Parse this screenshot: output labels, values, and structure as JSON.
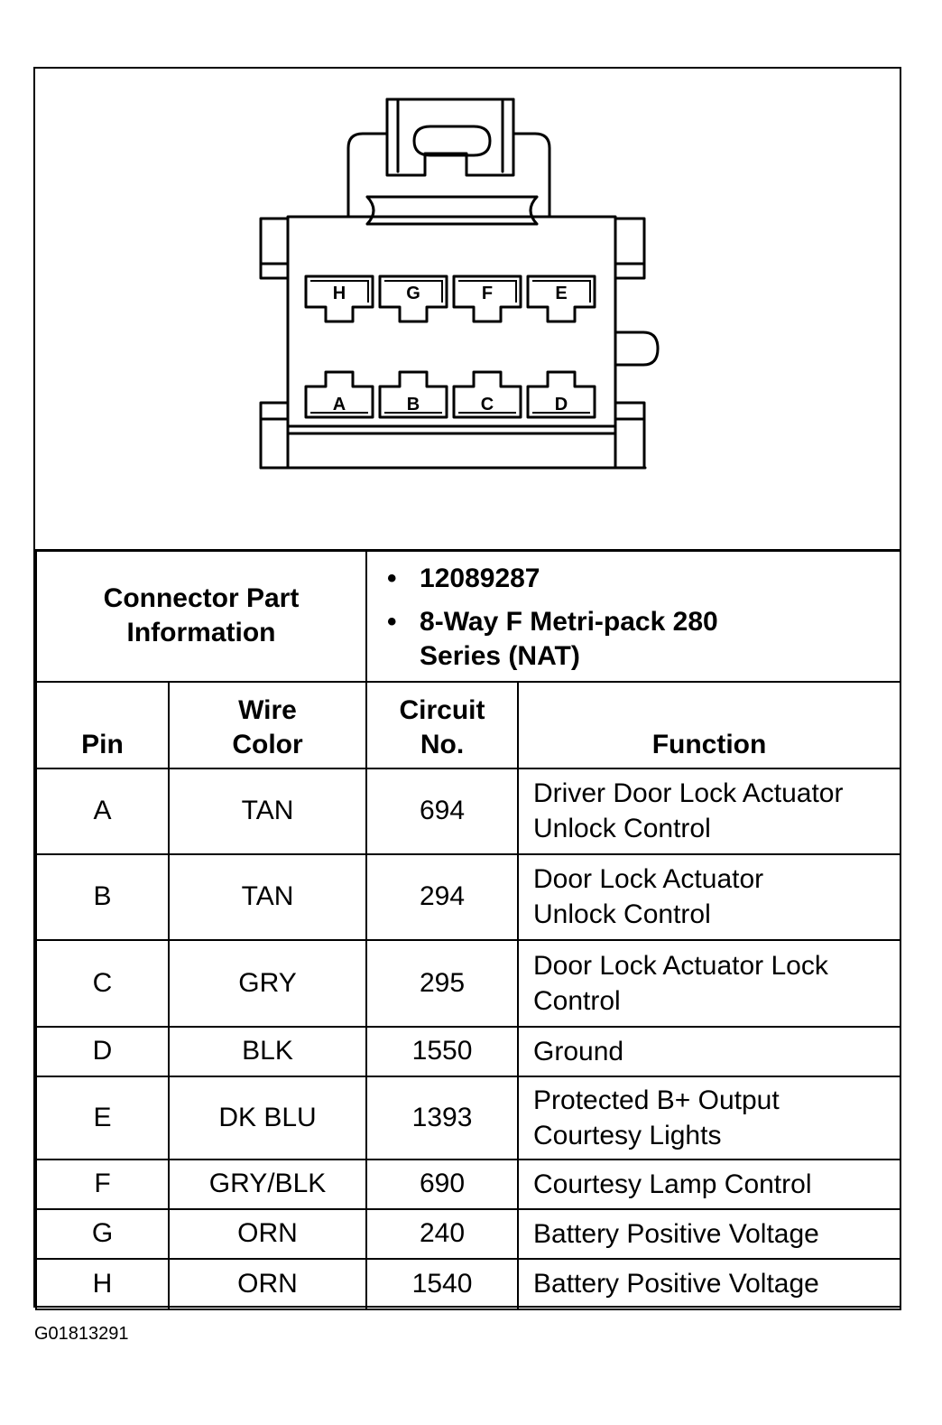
{
  "connector_pins": {
    "top_row": [
      "H",
      "G",
      "F",
      "E"
    ],
    "bottom_row": [
      "A",
      "B",
      "C",
      "D"
    ]
  },
  "part_info": {
    "label": "Connector Part Information",
    "items": [
      "12089287",
      "8-Way F Metri-pack 280 Series (NAT)"
    ]
  },
  "columns": {
    "pin": "Pin",
    "wire_color": "Wire Color",
    "circuit_no": "Circuit No.",
    "function": "Function"
  },
  "rows": [
    {
      "pin": "A",
      "wire_color": "TAN",
      "circuit_no": "694",
      "function": "Driver Door Lock Actuator Unlock Control"
    },
    {
      "pin": "B",
      "wire_color": "TAN",
      "circuit_no": "294",
      "function": "Door Lock Actuator Unlock Control"
    },
    {
      "pin": "C",
      "wire_color": "GRY",
      "circuit_no": "295",
      "function": "Door Lock Actuator Lock Control"
    },
    {
      "pin": "D",
      "wire_color": "BLK",
      "circuit_no": "1550",
      "function": "Ground"
    },
    {
      "pin": "E",
      "wire_color": "DK BLU",
      "circuit_no": "1393",
      "function": "Protected B+ Output Courtesy Lights"
    },
    {
      "pin": "F",
      "wire_color": "GRY/BLK",
      "circuit_no": "690",
      "function": "Courtesy Lamp Control"
    },
    {
      "pin": "G",
      "wire_color": "ORN",
      "circuit_no": "240",
      "function": "Battery Positive Voltage"
    },
    {
      "pin": "H",
      "wire_color": "ORN",
      "circuit_no": "1540",
      "function": "Battery Positive Voltage"
    }
  ],
  "figure_code": "G01813291"
}
